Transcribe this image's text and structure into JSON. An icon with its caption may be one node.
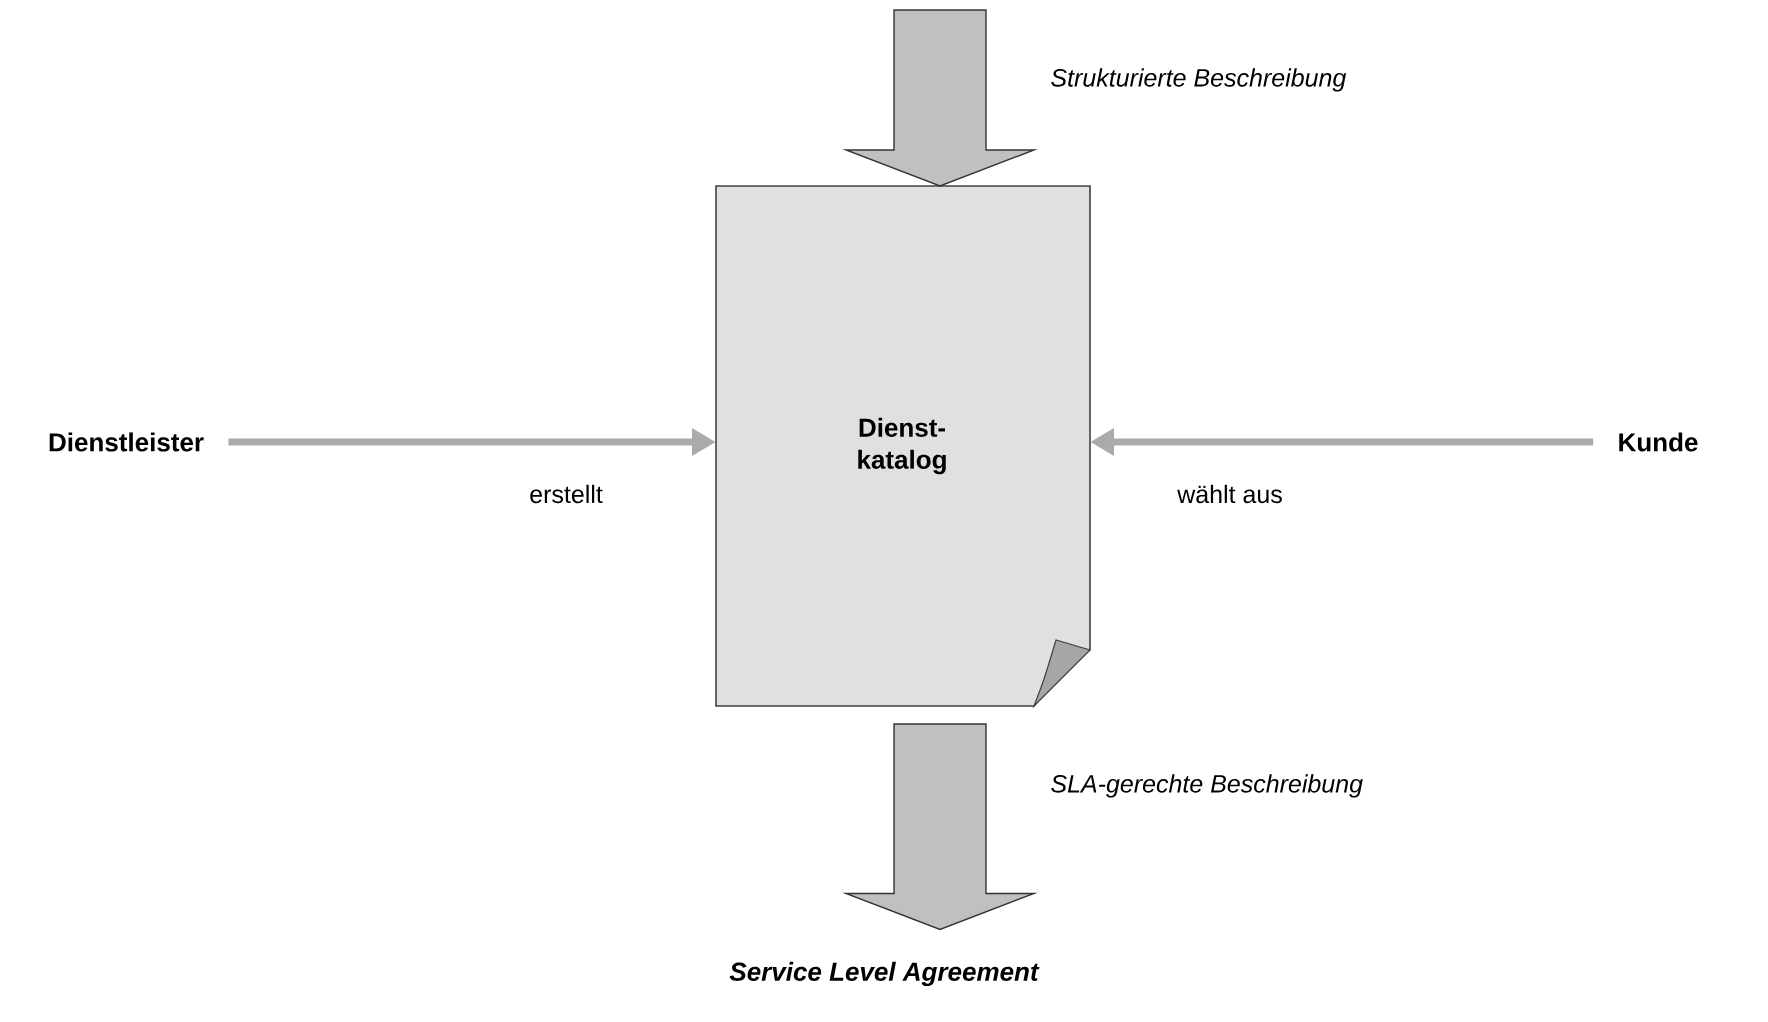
{
  "diagram": {
    "nodes": [
      {
        "text": [
          "Dienstleister"
        ]
      },
      {
        "text": [
          "Dienst- katalog"
        ]
      },
      {
        "text": [
          "Kunde"
        ]
      },
      {
        "text": [
          "Service Level Agreement"
        ]
      }
    ],
    "edges": [
      {
        "from": null,
        "to": 1,
        "arrow": "to",
        "style": "thick",
        "label": "Strukturierte Beschreibung"
      },
      {
        "from": 0,
        "to": 1,
        "arrow": "to",
        "label": "erstellt"
      },
      {
        "from": 2,
        "to": 1,
        "arrow": "to",
        "label": "wählt aus"
      },
      {
        "from": 1,
        "to": 3,
        "arrow": "to",
        "style": "thick",
        "label": "SLA-gerechte Beschreibung"
      }
    ]
  }
}
